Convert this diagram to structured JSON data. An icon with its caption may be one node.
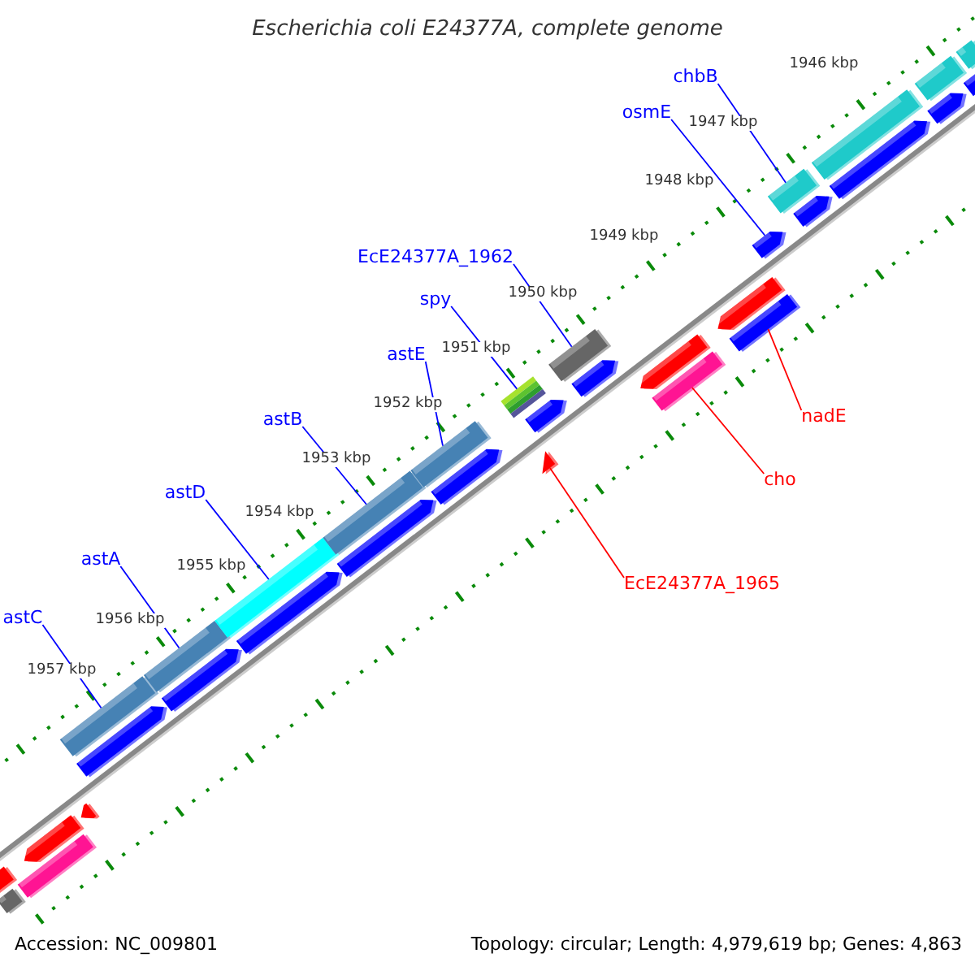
{
  "diagram": {
    "title": "Escherichia coli E24377A, complete genome",
    "nodes": [
      {
        "text": [
          "astC"
        ]
      },
      {
        "text": [
          "astA"
        ]
      },
      {
        "text": [
          "astD"
        ]
      },
      {
        "text": [
          "astB"
        ]
      },
      {
        "text": [
          "astE"
        ]
      },
      {
        "text": [
          "spy"
        ]
      },
      {
        "text": [
          "EcE24377A_1962"
        ]
      },
      {
        "text": [
          "osmE"
        ]
      },
      {
        "text": [
          "chbB"
        ]
      },
      {
        "text": [
          "nadE"
        ]
      },
      {
        "text": [
          "cho"
        ]
      },
      {
        "text": [
          "EcE24377A_1965"
        ]
      },
      {
        "text": [],
        "shape": "bar"
      },
      {
        "text": [],
        "shape": "bar"
      },
      {
        "text": [],
        "shape": "bar"
      },
      {
        "text": [],
        "shape": "bar"
      },
      {
        "text": [],
        "shape": "bar"
      },
      {
        "text": [],
        "shape": "bar"
      },
      {
        "text": [],
        "shape": "bar"
      },
      {
        "text": [],
        "shape": "arrow"
      },
      {
        "text": [],
        "shape": "bar"
      },
      {
        "text": [],
        "shape": "bar"
      },
      {
        "text": [],
        "shape": "bar"
      },
      {
        "text": [],
        "shape": "triangle"
      },
      {
        "text": [],
        "shape": "arrow"
      },
      {
        "text": [],
        "shape": "bar"
      },
      {
        "text": [],
        "shape": "bar"
      },
      {
        "text": [],
        "shape": "arrow"
      },
      {
        "text": [],
        "shape": "arrow"
      },
      {
        "text": [],
        "shape": "arrow"
      },
      {
        "text": [],
        "shape": "arrow"
      },
      {
        "text": [],
        "shape": "arrow"
      },
      {
        "text": [],
        "shape": "arrow"
      },
      {
        "text": [],
        "shape": "arrow"
      },
      {
        "text": [],
        "shape": "arrow"
      },
      {
        "text": [],
        "shape": "arrow"
      },
      {
        "text": [],
        "shape": "arrow"
      },
      {
        "text": [],
        "shape": "arrow"
      },
      {
        "text": [],
        "shape": "arrow"
      },
      {
        "text": [],
        "shape": "bar"
      },
      {
        "text": [],
        "shape": "arrow"
      },
      {
        "text": [],
        "shape": "arrow"
      },
      {
        "text": [],
        "shape": "bar"
      },
      {
        "text": [],
        "shape": "arrow"
      },
      {
        "text": [],
        "shape": "bar"
      }
    ],
    "edges": [
      {
        "from": 0,
        "to": 12,
        "arrow": "none"
      },
      {
        "from": 1,
        "to": 13,
        "arrow": "none"
      },
      {
        "from": 2,
        "to": 14,
        "arrow": "none"
      },
      {
        "from": 3,
        "to": 15,
        "arrow": "none"
      },
      {
        "from": 4,
        "to": 16,
        "arrow": "none"
      },
      {
        "from": 5,
        "to": 17,
        "arrow": "none"
      },
      {
        "from": 6,
        "to": 18,
        "arrow": "none"
      },
      {
        "from": 7,
        "to": 19,
        "arrow": "none"
      },
      {
        "from": 8,
        "to": 20,
        "arrow": "none"
      },
      {
        "from": 9,
        "to": 21,
        "arrow": "none",
        "color": "#ff0000"
      },
      {
        "from": 10,
        "to": 22,
        "arrow": "none",
        "color": "#ff0000"
      },
      {
        "from": 11,
        "to": 23,
        "arrow": "none",
        "color": "#ff0000"
      }
    ],
    "labels": [
      "1946 kbp",
      "1947 kbp",
      "1948 kbp",
      "1949 kbp",
      "1950 kbp",
      "1951 kbp",
      "1952 kbp",
      "1953 kbp",
      "1954 kbp",
      "1955 kbp",
      "1956 kbp",
      "1957 kbp",
      "Accession: NC_009801",
      "Topology: circular; Length: 4,979,619 bp; Genes: 4,863"
    ]
  }
}
